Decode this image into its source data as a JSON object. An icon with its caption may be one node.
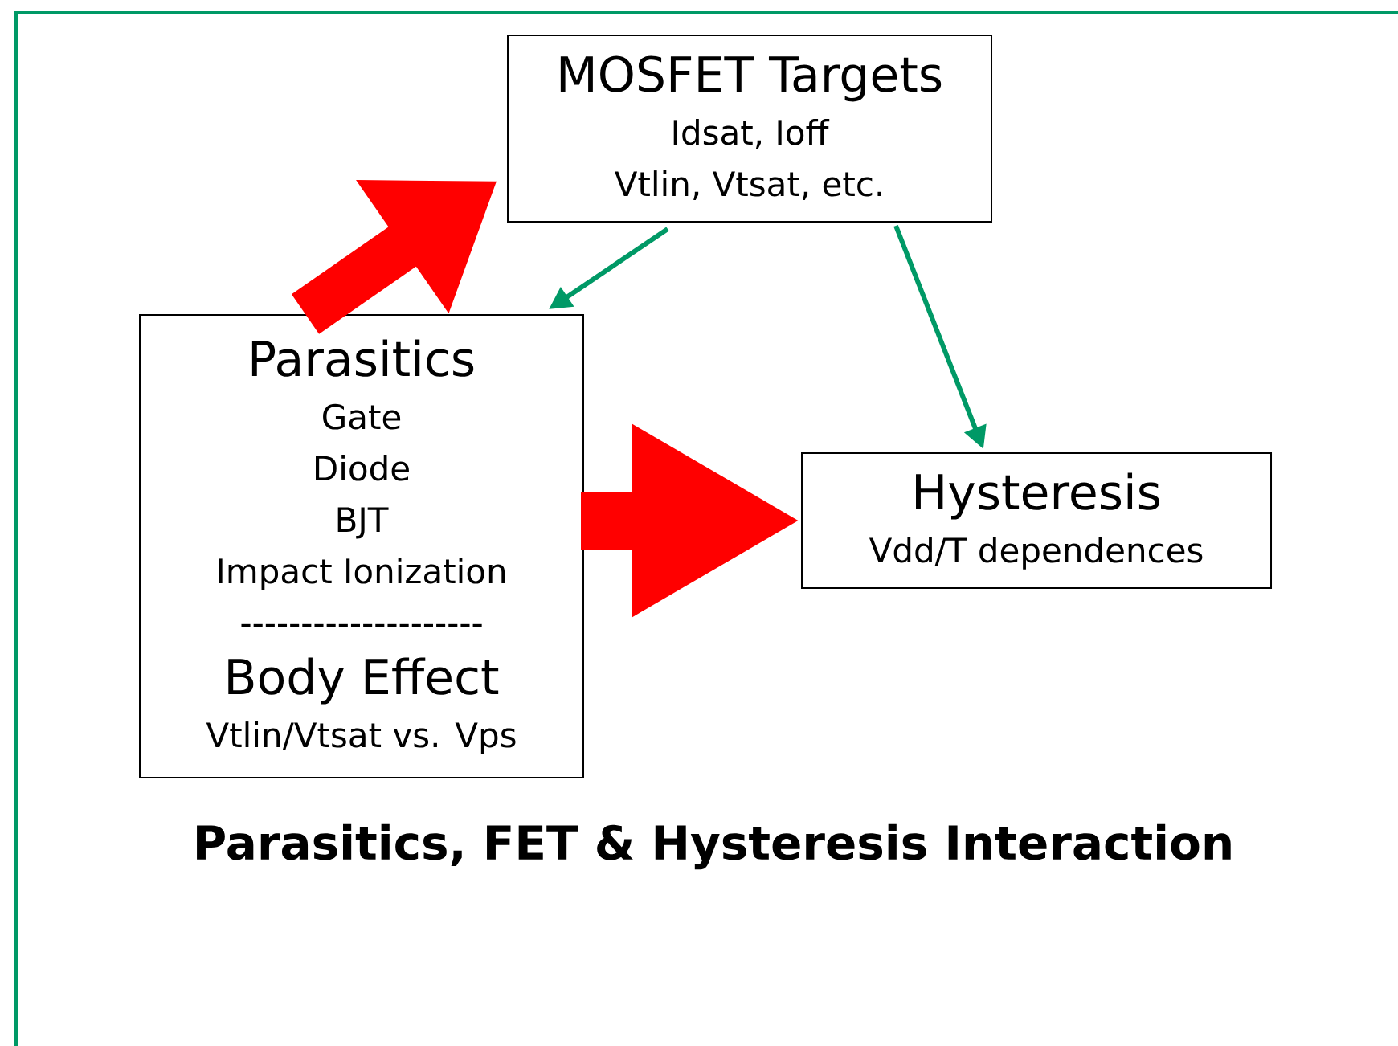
{
  "diagram": {
    "title": "Parasitics, FET & Hysteresis Interaction",
    "nodes": [
      {
        "text": [
          "MOSFET Targets",
          "Idsat, Ioff",
          "Vtlin, Vtsat, etc."
        ]
      },
      {
        "text": [
          "Parasitics",
          "Gate",
          "Diode",
          "BJT",
          "Impact Ionization",
          "--------------------",
          "Body Effect",
          "Vtlin/Vtsat vs. Vps"
        ]
      },
      {
        "text": [
          "Hysteresis",
          "Vdd/T dependences"
        ]
      }
    ],
    "edges": [
      {
        "from": 1,
        "to": 0,
        "arrow": "to",
        "style": "thick",
        "color": "#ff0000"
      },
      {
        "from": 0,
        "to": 1,
        "arrow": "to",
        "color": "#009966"
      },
      {
        "from": 0,
        "to": 2,
        "arrow": "to",
        "color": "#009966"
      },
      {
        "from": 1,
        "to": 2,
        "arrow": "to",
        "style": "thick",
        "color": "#ff0000"
      }
    ]
  }
}
